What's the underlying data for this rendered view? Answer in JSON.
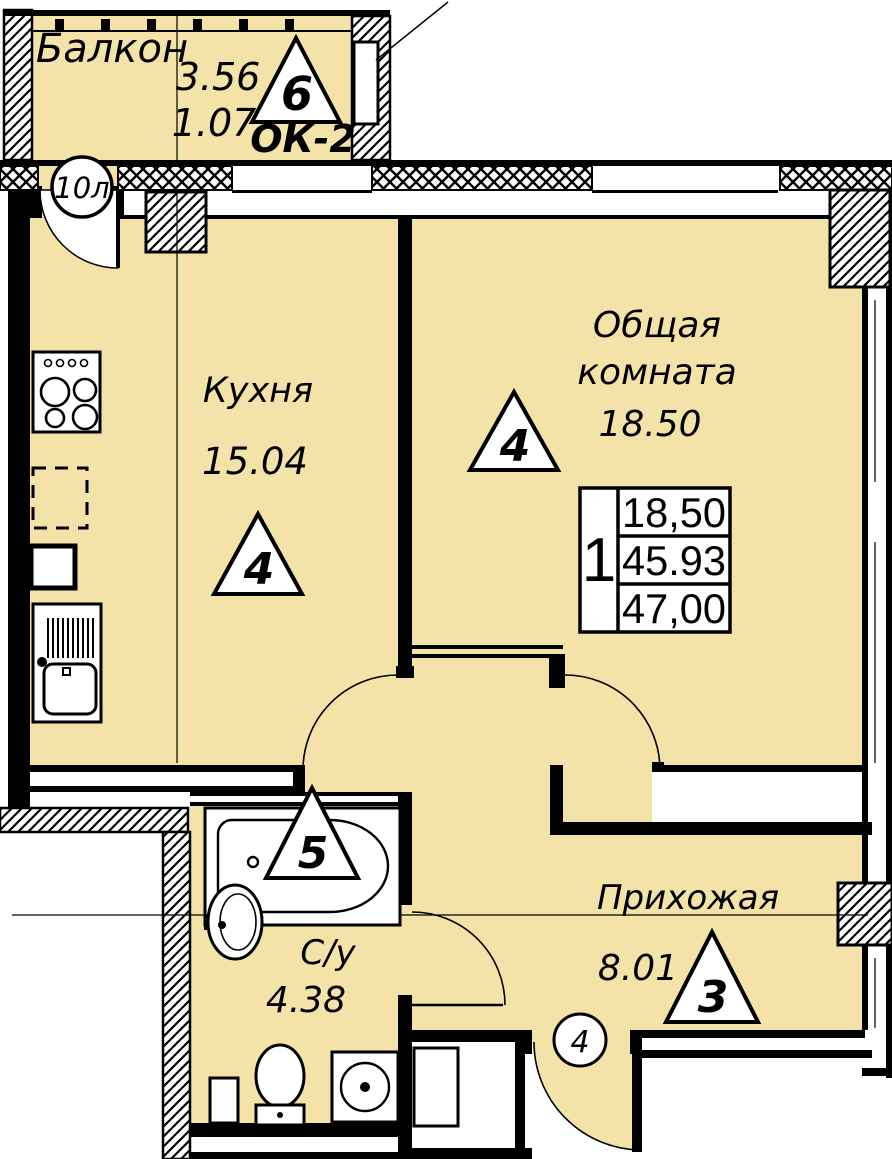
{
  "colors": {
    "floor": "#F3E3A9",
    "line": "#000000"
  },
  "balcony": {
    "label": "Балкон",
    "dim_a": "3.56",
    "dim_b": "1.07",
    "marker": "6",
    "window_mark": "ОК-2",
    "door_mark": "10л"
  },
  "kitchen": {
    "label": "Кухня",
    "area": "15.04",
    "marker": "4"
  },
  "living_room": {
    "label_line1": "Общая",
    "label_line2": "комната",
    "area": "18.50",
    "marker": "4"
  },
  "summary": {
    "rooms": "1",
    "living_area": "18,50",
    "usable_area": "45.93",
    "total_area": "47,00"
  },
  "bathroom": {
    "label": "С/у",
    "area": "4.38",
    "marker": "5"
  },
  "hallway": {
    "label": "Прихожая",
    "area": "8.01",
    "marker": "3",
    "door_mark": "4"
  }
}
